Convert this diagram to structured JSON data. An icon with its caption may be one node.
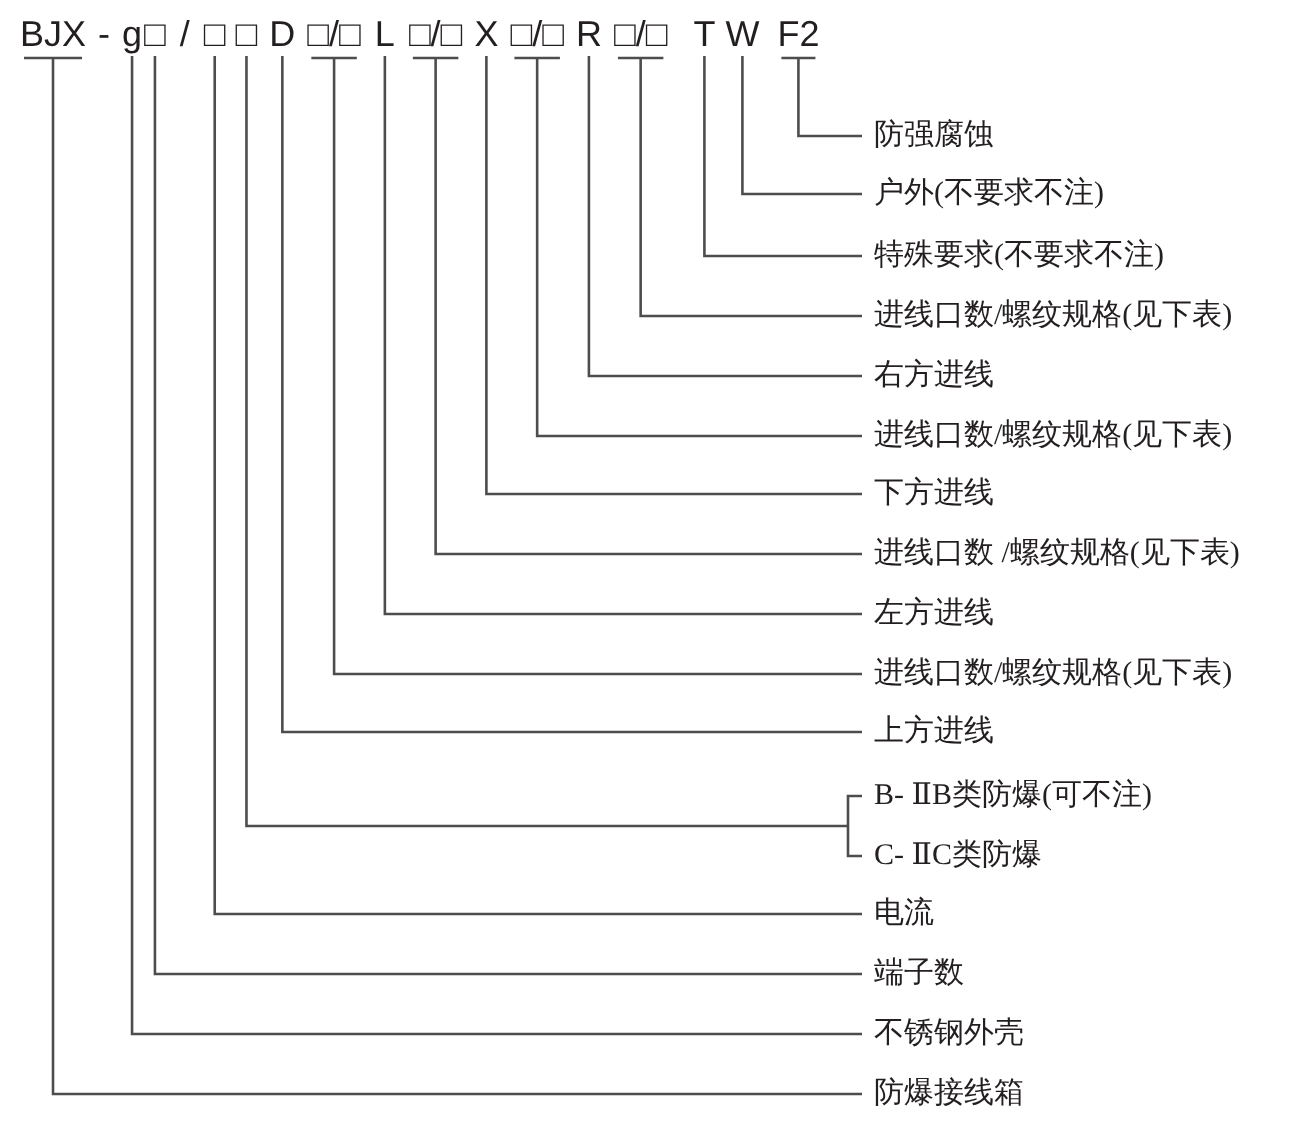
{
  "diagram": {
    "nodes": [
      {
        "text": [
          "BJX"
        ]
      },
      {
        "text": [
          "g"
        ]
      },
      {
        "text": [
          "□"
        ]
      },
      {
        "text": [
          "□"
        ]
      },
      {
        "text": [
          "□"
        ]
      },
      {
        "text": [
          "D"
        ]
      },
      {
        "text": [
          "□/□"
        ]
      },
      {
        "text": [
          "L"
        ]
      },
      {
        "text": [
          "□/□"
        ]
      },
      {
        "text": [
          "X"
        ]
      },
      {
        "text": [
          "□/□"
        ]
      },
      {
        "text": [
          "R"
        ]
      },
      {
        "text": [
          "□/□"
        ]
      },
      {
        "text": [
          "T"
        ]
      },
      {
        "text": [
          "W"
        ]
      },
      {
        "text": [
          "F2"
        ]
      },
      {
        "text": [
          "防强腐蚀"
        ]
      },
      {
        "text": [
          "户外(不要求不注)"
        ]
      },
      {
        "text": [
          "特殊要求(不要求不注)"
        ]
      },
      {
        "text": [
          "进线口数/螺纹规格(见下表)"
        ]
      },
      {
        "text": [
          "右方进线"
        ]
      },
      {
        "text": [
          "进线口数/螺纹规格(见下表)"
        ]
      },
      {
        "text": [
          "下方进线"
        ]
      },
      {
        "text": [
          "进线口数 /螺纹规格(见下表)"
        ]
      },
      {
        "text": [
          "左方进线"
        ]
      },
      {
        "text": [
          "进线口数/螺纹规格(见下表)"
        ]
      },
      {
        "text": [
          "上方进线"
        ]
      },
      {
        "text": [
          "B- ⅡB类防爆(可不注)"
        ]
      },
      {
        "text": [
          "C- ⅡC类防爆"
        ]
      },
      {
        "text": [
          "电流"
        ]
      },
      {
        "text": [
          "端子数"
        ]
      },
      {
        "text": [
          "不锈钢外壳"
        ]
      },
      {
        "text": [
          "防爆接线箱"
        ]
      }
    ],
    "edges": [
      {
        "from": 0,
        "to": 32,
        "arrow": "none"
      },
      {
        "from": 1,
        "to": 31,
        "arrow": "none"
      },
      {
        "from": 2,
        "to": 30,
        "arrow": "none"
      },
      {
        "from": 3,
        "to": 29,
        "arrow": "none"
      },
      {
        "from": 4,
        "to": 27,
        "arrow": "none"
      },
      {
        "from": 4,
        "to": 28,
        "arrow": "none"
      },
      {
        "from": 5,
        "to": 26,
        "arrow": "none"
      },
      {
        "from": 6,
        "to": 25,
        "arrow": "none"
      },
      {
        "from": 7,
        "to": 24,
        "arrow": "none"
      },
      {
        "from": 8,
        "to": 23,
        "arrow": "none"
      },
      {
        "from": 9,
        "to": 22,
        "arrow": "none"
      },
      {
        "from": 10,
        "to": 21,
        "arrow": "none"
      },
      {
        "from": 11,
        "to": 20,
        "arrow": "none"
      },
      {
        "from": 12,
        "to": 19,
        "arrow": "none"
      },
      {
        "from": 13,
        "to": 18,
        "arrow": "none"
      },
      {
        "from": 14,
        "to": 17,
        "arrow": "none"
      },
      {
        "from": 15,
        "to": 16,
        "arrow": "none"
      }
    ],
    "labels": [
      "-",
      "/"
    ]
  }
}
